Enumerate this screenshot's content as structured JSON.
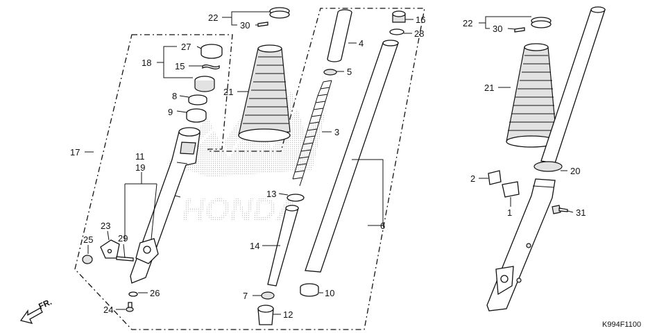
{
  "diagram_code": "K994F1100",
  "direction_label": "FR.",
  "watermark": "HONDA",
  "colors": {
    "line": "#111111",
    "background": "#ffffff",
    "watermark_dots": "#c4c4c4"
  },
  "callouts": [
    {
      "id": "c1",
      "text": "22"
    },
    {
      "id": "c2",
      "text": "30"
    },
    {
      "id": "c3",
      "text": "27"
    },
    {
      "id": "c4",
      "text": "18"
    },
    {
      "id": "c5",
      "text": "15"
    },
    {
      "id": "c6",
      "text": "8"
    },
    {
      "id": "c7",
      "text": "9"
    },
    {
      "id": "c8",
      "text": "21"
    },
    {
      "id": "c9",
      "text": "17"
    },
    {
      "id": "c10",
      "text": "11"
    },
    {
      "id": "c11",
      "text": "19"
    },
    {
      "id": "c12",
      "text": "23"
    },
    {
      "id": "c13",
      "text": "25"
    },
    {
      "id": "c14",
      "text": "29"
    },
    {
      "id": "c15",
      "text": "26"
    },
    {
      "id": "c16",
      "text": "24"
    },
    {
      "id": "c17",
      "text": "4"
    },
    {
      "id": "c18",
      "text": "16"
    },
    {
      "id": "c19",
      "text": "28"
    },
    {
      "id": "c20",
      "text": "5"
    },
    {
      "id": "c21",
      "text": "3"
    },
    {
      "id": "c22",
      "text": "13"
    },
    {
      "id": "c23",
      "text": "14"
    },
    {
      "id": "c24",
      "text": "7"
    },
    {
      "id": "c25",
      "text": "12"
    },
    {
      "id": "c26",
      "text": "6"
    },
    {
      "id": "c27",
      "text": "10"
    },
    {
      "id": "c28",
      "text": "22"
    },
    {
      "id": "c29",
      "text": "30"
    },
    {
      "id": "c30",
      "text": "21"
    },
    {
      "id": "c31",
      "text": "2"
    },
    {
      "id": "c32",
      "text": "1"
    },
    {
      "id": "c33",
      "text": "20"
    },
    {
      "id": "c34",
      "text": "31"
    }
  ]
}
